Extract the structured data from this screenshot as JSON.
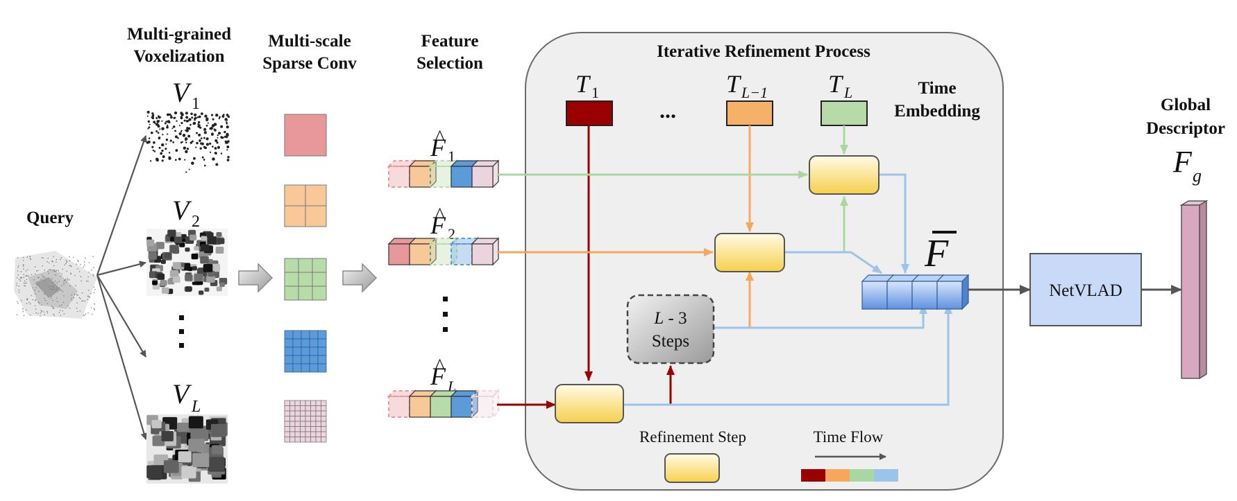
{
  "headers": {
    "voxelization": [
      "Multi-grained",
      "Voxelization"
    ],
    "sparse_conv": [
      "Multi-scale",
      "Sparse Conv"
    ],
    "feature_selection": [
      "Feature",
      "Selection"
    ],
    "refinement_process": "Iterative Refinement Process",
    "time_embedding": [
      "Time",
      "Embedding"
    ],
    "global_descriptor": [
      "Global",
      "Descriptor"
    ]
  },
  "query_label": "Query",
  "voxel_labels": {
    "v1_base": "V",
    "v1_sub": "1",
    "v2_base": "V",
    "v2_sub": "2",
    "vl_base": "V",
    "vl_sub": "L"
  },
  "feature_labels": {
    "f1_base": "F",
    "f1_sub": "1",
    "f2_base": "F",
    "f2_sub": "2",
    "fl_base": "F",
    "fl_sub": "L",
    "hat": "^"
  },
  "time_labels": {
    "t1_base": "T",
    "t1_sub": "1",
    "tl1_base": "T",
    "tl1_sub": "L−1",
    "tl_base": "T",
    "tl_sub": "L",
    "ellipsis": "..."
  },
  "steps_box": {
    "line1_var": "L",
    "line1_rest": " - 3",
    "line2": "Steps"
  },
  "fbar_label": "F",
  "fbar_bar": "¯",
  "netvlad_label": "NetVLAD",
  "fg_label": {
    "base": "F",
    "sub": "g"
  },
  "legend": {
    "refinement_step": "Refinement Step",
    "time_flow": "Time Flow"
  },
  "colors": {
    "dark_red": "#9b0000",
    "orange": "#f5a85c",
    "green": "#a8d8a0",
    "blue": "#9cc3ea",
    "refine_box_top": "#fffbe4",
    "refine_box_bottom": "#f8d24e",
    "netvlad_fill": "#c9daf8",
    "descriptor_fill": "#d8a8c0"
  },
  "sparse_conv_grids": [
    {
      "cells": 1,
      "color": "#e8989a"
    },
    {
      "cells": 2,
      "color": "#f8c898"
    },
    {
      "cells": 3,
      "color": "#b8dca8"
    },
    {
      "cells": 5,
      "color": "#5b9bd9"
    },
    {
      "cells": 8,
      "color": "#ecd4de"
    }
  ]
}
